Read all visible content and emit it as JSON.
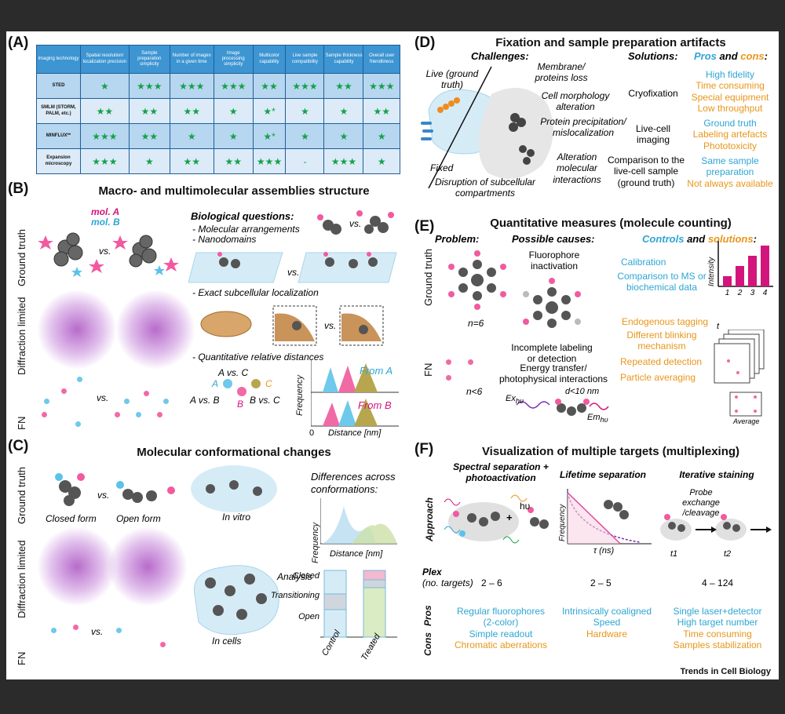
{
  "panelA": {
    "label": "(A)",
    "headers": [
      "Imaging technology",
      "Spatial resolution/ localization precision",
      "Sample preparation simplicity",
      "Number of images in a given time",
      "Image processing simplicity",
      "Multicolor capability",
      "Live sample compatibility",
      "Sample thickness capability",
      "Overall user friendliness"
    ],
    "rows": [
      {
        "tech": "STED",
        "cells": [
          "★",
          "★★★",
          "★★★",
          "★★★",
          "★★",
          "★★★",
          "★★",
          "★★★"
        ]
      },
      {
        "tech": "SMLM (STORM, PALM, etc.)",
        "cells": [
          "★★",
          "★★",
          "★★",
          "★",
          "★*",
          "★",
          "★",
          "★★"
        ]
      },
      {
        "tech": "MINFLUX**",
        "cells": [
          "★★★",
          "★★",
          "★",
          "★",
          "★*",
          "★",
          "★",
          "★"
        ]
      },
      {
        "tech": "Expansion microscopy",
        "cells": [
          "★★★",
          "★",
          "★★",
          "★★",
          "★★★",
          "-",
          "★★★",
          "★"
        ]
      }
    ]
  },
  "panelB": {
    "label": "(B)",
    "title": "Macro- and multimolecular assemblies structure",
    "row_labels": [
      "Ground truth",
      "Diffraction limited",
      "FN"
    ],
    "mol_a": "mol. A",
    "mol_b": "mol. B",
    "vs": "vs.",
    "bio_questions": "Biological questions:",
    "q1": "- Molecular arrangements",
    "q2": "- Nanodomains",
    "q3": "- Exact subcellular localization",
    "q4": "- Quantitative relative distances",
    "avc": "A vs. C",
    "avb": "A vs. B",
    "bvc": "B vs. C",
    "a": "A",
    "b": "B",
    "c": "C",
    "freq": "Frequency",
    "from_a": "From A",
    "from_b": "From B",
    "zero": "0",
    "distance": "Distance [nm]"
  },
  "panelC": {
    "label": "(C)",
    "title": "Molecular conformational changes",
    "row_labels": [
      "Ground truth",
      "Diffraction limited",
      "FN"
    ],
    "closed_form": "Closed form",
    "open_form": "Open form",
    "vs": "vs.",
    "in_vitro": "In vitro",
    "in_cells": "In cells",
    "analysis": "Analysis",
    "differences": "Differences across conformations:",
    "freq": "Frequency",
    "distance": "Distance [nm]",
    "closed": "Closed",
    "transitioning": "Transitioning",
    "open": "Open",
    "control": "Control",
    "treated": "Treated"
  },
  "panelD": {
    "label": "(D)",
    "title": "Fixation and sample preparation artifacts",
    "challenges": "Challenges:",
    "solutions": "Solutions:",
    "pros": "Pros",
    "and": "and",
    "cons": "cons",
    "colon": ":",
    "live": "Live (ground truth)",
    "fixed": "Fixed",
    "c1": "Membrane/ proteins loss",
    "c2": "Cell morphology alteration",
    "c3": "Protein precipitation/ mislocalization",
    "c4": "Alteration molecular interactions",
    "c5": "Disruption of subcellular compartments",
    "s1": "Cryofixation",
    "s2": "Live-cell imaging",
    "s3": "Comparison to the live-cell sample (ground truth)",
    "s1_pro": "High fidelity",
    "s1_cons": [
      "Time consuming",
      "Special equipment",
      "Low throughput"
    ],
    "s2_pro": "Ground truth",
    "s2_cons": [
      "Labeling artefacts",
      "Phototoxicity"
    ],
    "s3_pro": "Same sample preparation",
    "s3_con": "Not always available"
  },
  "panelE": {
    "label": "(E)",
    "title": "Quantitative measures (molecule counting)",
    "problem": "Problem:",
    "causes": "Possible causes:",
    "controls": "Controls",
    "and": "and",
    "solutions": "solutions",
    "colon": ":",
    "row_labels": [
      "Ground truth",
      "FN"
    ],
    "n6": "n=6",
    "nless": "n<6",
    "cause1": "Fluorophore inactivation",
    "cause2": "Incomplete labeling or detection",
    "cause3": "Energy transfer/ photophysical interactions",
    "d": "d<10 nm",
    "ex": "Ex",
    "em": "Em",
    "hv": "hυ",
    "sol1": "Calibration",
    "sol2": "Comparison to MS or biochemical data",
    "sol3": "Endogenous tagging",
    "sol4": "Different blinking mechanism",
    "sol5": "Repeated detection",
    "sol6": "Particle averaging",
    "intensity": "Intensity",
    "t": "t",
    "average": "Average",
    "chart_data": {
      "type": "bar",
      "categories": [
        "1",
        "2",
        "3",
        "4"
      ],
      "values": [
        1,
        2,
        3,
        4
      ],
      "ylabel": "Intensity"
    }
  },
  "panelF": {
    "label": "(F)",
    "title": "Visualization of multiple targets (multiplexing)",
    "col1": "Spectral separation + photoactivation",
    "col2": "Lifetime separation",
    "col3": "Iterative staining",
    "approach": "Approach",
    "hv": "hυ",
    "plus": "+",
    "freq": "Frequency",
    "tau": "τ (ns)",
    "probe": "Probe exchange /cleavage",
    "t1": "t1",
    "t2": "t2",
    "dots": "...",
    "plex": "Plex",
    "plex_sub": "(no. targets)",
    "plex1": "2 – 6",
    "plex2": "2 – 5",
    "plex3": "4 – 124",
    "pros": "Pros",
    "cons": "Cons",
    "c1": [
      "Regular fluorophores",
      "(2-color)",
      "Simple readout",
      "Chromatic aberrations"
    ],
    "c2": [
      "Intrinsically coaligned",
      "Speed",
      "Hardware"
    ],
    "c3": [
      "Single laser+detector",
      "High target number",
      "Time consuming",
      "Samples stabilization"
    ]
  },
  "footer": "Trends in Cell Biology"
}
